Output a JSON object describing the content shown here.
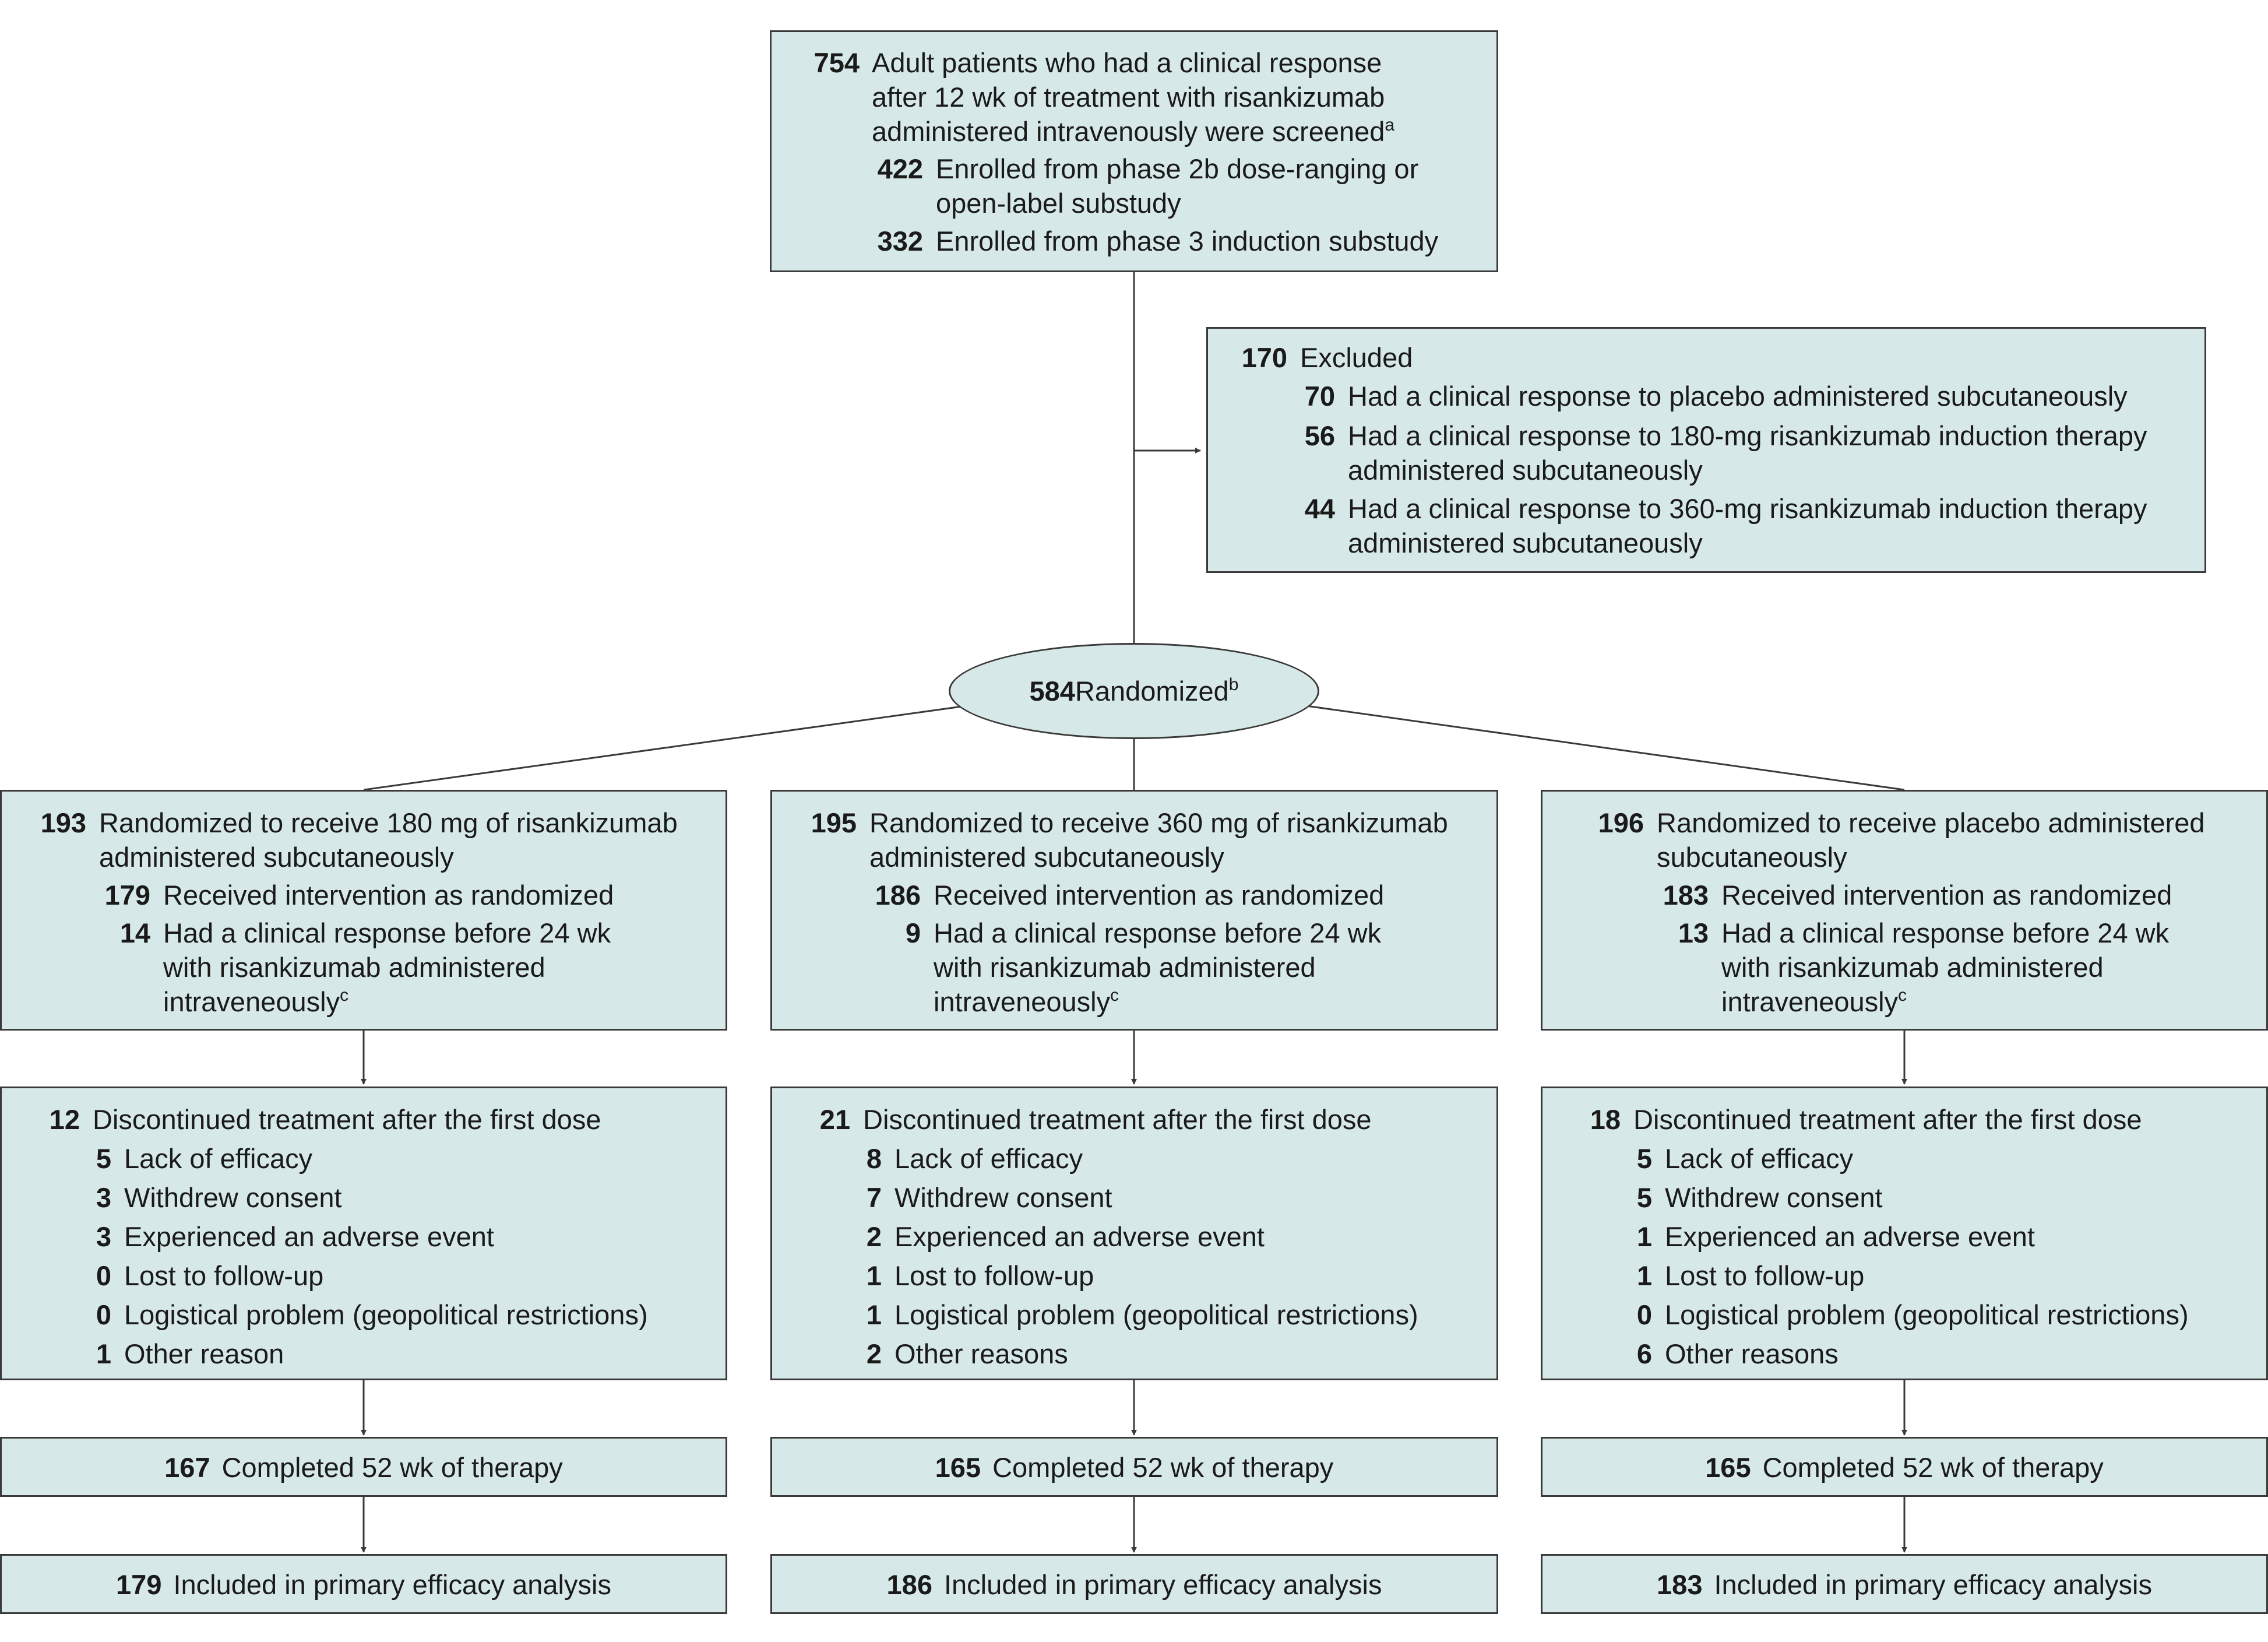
{
  "screened": {
    "count": "754",
    "lines": [
      "Adult patients who had a clinical response",
      "after 12 wk of treatment with risankizumab",
      "administered intravenously were screened"
    ],
    "footnote": "a",
    "sub": [
      {
        "count": "422",
        "lines": [
          "Enrolled from phase 2b dose-ranging or",
          "open-label substudy"
        ]
      },
      {
        "count": "332",
        "lines": [
          "Enrolled from phase 3 induction substudy"
        ]
      }
    ]
  },
  "excluded": {
    "count": "170",
    "label": "Excluded",
    "sub": [
      {
        "count": "70",
        "lines": [
          "Had a clinical response to placebo administered subcutaneously"
        ]
      },
      {
        "count": "56",
        "lines": [
          "Had a clinical response to 180-mg risankizumab induction therapy",
          "administered subcutaneously"
        ]
      },
      {
        "count": "44",
        "lines": [
          "Had a clinical response to 360-mg risankizumab induction therapy",
          "administered subcutaneously"
        ]
      }
    ]
  },
  "randomized": {
    "count": "584",
    "label": "Randomized",
    "footnote": "b"
  },
  "arms": [
    {
      "randomized": {
        "count": "193",
        "lines": [
          "Randomized to receive 180 mg of risankizumab",
          "administered subcutaneously"
        ]
      },
      "received": {
        "count": "179",
        "label": "Received intervention as randomized"
      },
      "response": {
        "count": "14",
        "lines": [
          "Had a clinical response before 24 wk",
          "with risankizumab administered",
          "intraveneously"
        ],
        "footnote": "c"
      },
      "discontinued": {
        "count": "12",
        "label": "Discontinued treatment after the first dose"
      },
      "reasons": [
        {
          "count": "5",
          "label": "Lack of efficacy"
        },
        {
          "count": "3",
          "label": "Withdrew consent"
        },
        {
          "count": "3",
          "label": "Experienced an adverse event"
        },
        {
          "count": "0",
          "label": "Lost to follow-up"
        },
        {
          "count": "0",
          "label": "Logistical problem (geopolitical restrictions)"
        },
        {
          "count": "1",
          "label": "Other reason"
        }
      ],
      "completed": {
        "count": "167",
        "label": "Completed 52 wk of therapy"
      },
      "analysis": {
        "count": "179",
        "label": "Included in primary efficacy analysis"
      }
    },
    {
      "randomized": {
        "count": "195",
        "lines": [
          "Randomized to receive 360 mg of risankizumab",
          "administered subcutaneously"
        ]
      },
      "received": {
        "count": "186",
        "label": "Received intervention as randomized"
      },
      "response": {
        "count": "9",
        "lines": [
          "Had a clinical response before 24 wk",
          "with risankizumab administered",
          "intraveneously"
        ],
        "footnote": "c"
      },
      "discontinued": {
        "count": "21",
        "label": "Discontinued treatment after the first dose"
      },
      "reasons": [
        {
          "count": "8",
          "label": "Lack of efficacy"
        },
        {
          "count": "7",
          "label": "Withdrew consent"
        },
        {
          "count": "2",
          "label": "Experienced an adverse event"
        },
        {
          "count": "1",
          "label": "Lost to follow-up"
        },
        {
          "count": "1",
          "label": "Logistical problem (geopolitical restrictions)"
        },
        {
          "count": "2",
          "label": "Other reasons"
        }
      ],
      "completed": {
        "count": "165",
        "label": "Completed 52 wk of therapy"
      },
      "analysis": {
        "count": "186",
        "label": "Included in primary efficacy analysis"
      }
    },
    {
      "randomized": {
        "count": "196",
        "lines": [
          "Randomized to receive placebo administered",
          "subcutaneously"
        ]
      },
      "received": {
        "count": "183",
        "label": "Received intervention as randomized"
      },
      "response": {
        "count": "13",
        "lines": [
          "Had a clinical response before 24 wk",
          "with risankizumab administered",
          "intraveneously"
        ],
        "footnote": "c"
      },
      "discontinued": {
        "count": "18",
        "label": "Discontinued treatment after the first dose"
      },
      "reasons": [
        {
          "count": "5",
          "label": "Lack of efficacy"
        },
        {
          "count": "5",
          "label": "Withdrew consent"
        },
        {
          "count": "1",
          "label": "Experienced an adverse event"
        },
        {
          "count": "1",
          "label": "Lost to follow-up"
        },
        {
          "count": "0",
          "label": "Logistical problem (geopolitical restrictions)"
        },
        {
          "count": "6",
          "label": "Other reasons"
        }
      ],
      "completed": {
        "count": "165",
        "label": "Completed 52 wk of therapy"
      },
      "analysis": {
        "count": "183",
        "label": "Included in primary efficacy analysis"
      }
    }
  ]
}
